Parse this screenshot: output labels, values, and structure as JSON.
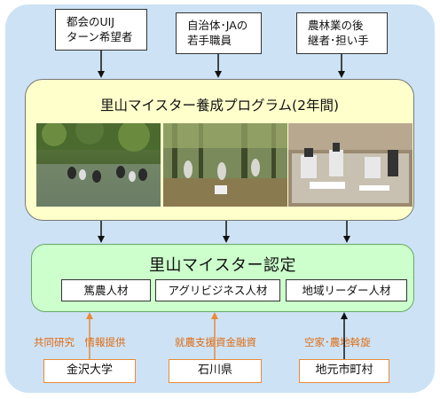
{
  "targets": [
    {
      "label": "都会のUIJ\nターン希望者"
    },
    {
      "label": "自治体･JAの\n若手職員"
    },
    {
      "label": "農林業の後\n継者･担い手"
    }
  ],
  "program": {
    "title": "里山マイスター養成プログラム(2年間)",
    "photos": [
      {
        "scene": "rice-paddy-field-work"
      },
      {
        "scene": "forest-survey"
      },
      {
        "scene": "laboratory-microscopes"
      }
    ]
  },
  "certification": {
    "title": "里山マイスター認定",
    "categories": [
      "篤農人材",
      "アグリビジネス人材",
      "地域リーダー人材"
    ]
  },
  "supports": [
    {
      "caption": "共同研究　情報提供",
      "org": "金沢大学"
    },
    {
      "caption": "就農支援資金融資",
      "org": "石川県"
    },
    {
      "caption": "空家･農地斡旋",
      "org": "地元市町村"
    }
  ],
  "colors": {
    "background": "#cde3f5",
    "program_fill": "#ffffcc",
    "certification_fill": "#ccffcc",
    "support_accent": "#e88a3a",
    "caption_text": "#e06a10"
  }
}
